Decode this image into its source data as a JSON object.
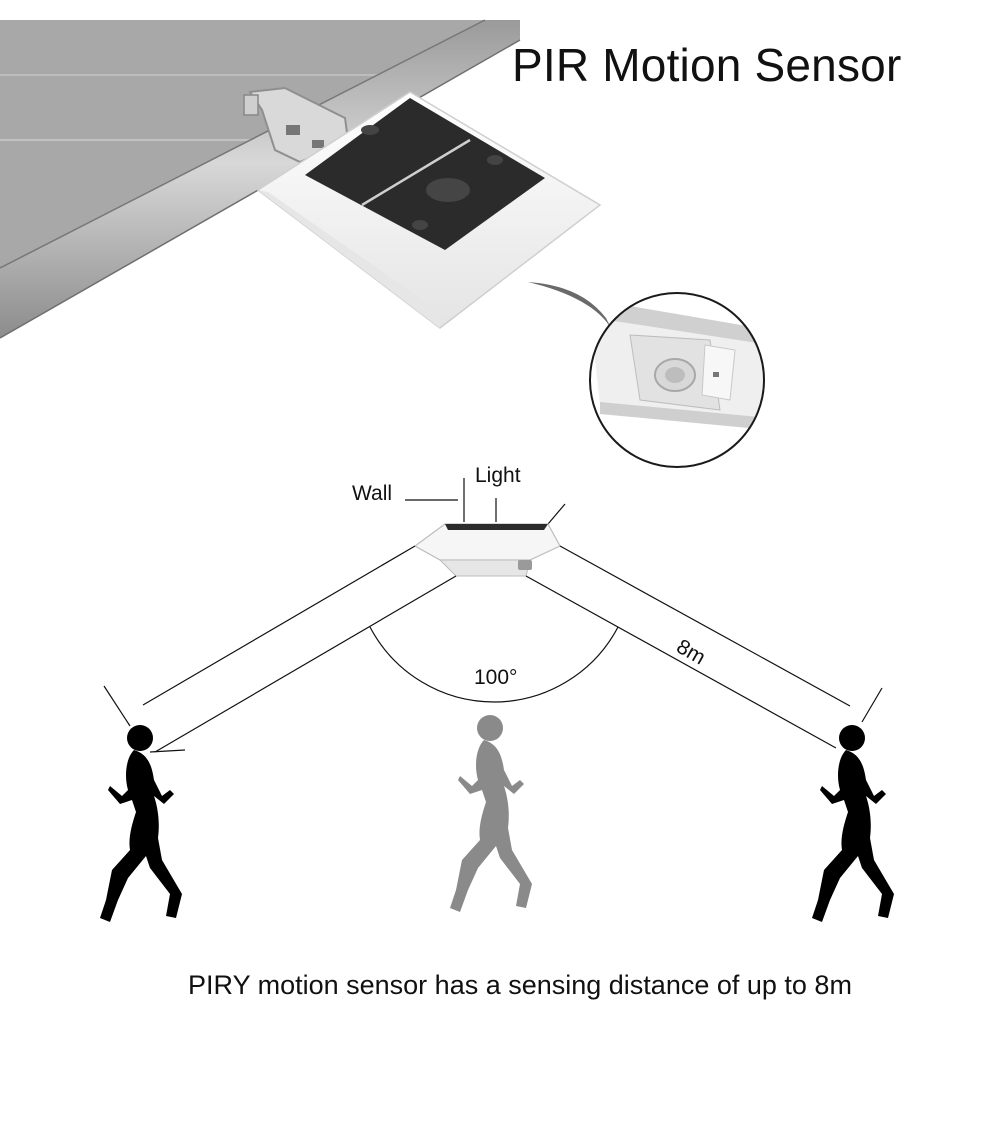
{
  "title": "PIR Motion Sensor",
  "diagram": {
    "wall_label": "Wall",
    "light_label": "Light",
    "angle_label": "100°",
    "distance_label": "8m"
  },
  "caption": "PIRY motion sensor has a sensing distance of up to 8m",
  "colors": {
    "silhouette": "#000000",
    "silhouette_center": "#8a8a8a",
    "solar_panel": "#2b2b2b",
    "pipe": "#b9b9b9",
    "sky": "#a9a9a9",
    "housing": "#f2f2f2"
  },
  "icons": [
    "runner-silhouette-left",
    "runner-silhouette-center",
    "runner-silhouette-right",
    "solar-light-product",
    "pir-sensor-zoom"
  ]
}
